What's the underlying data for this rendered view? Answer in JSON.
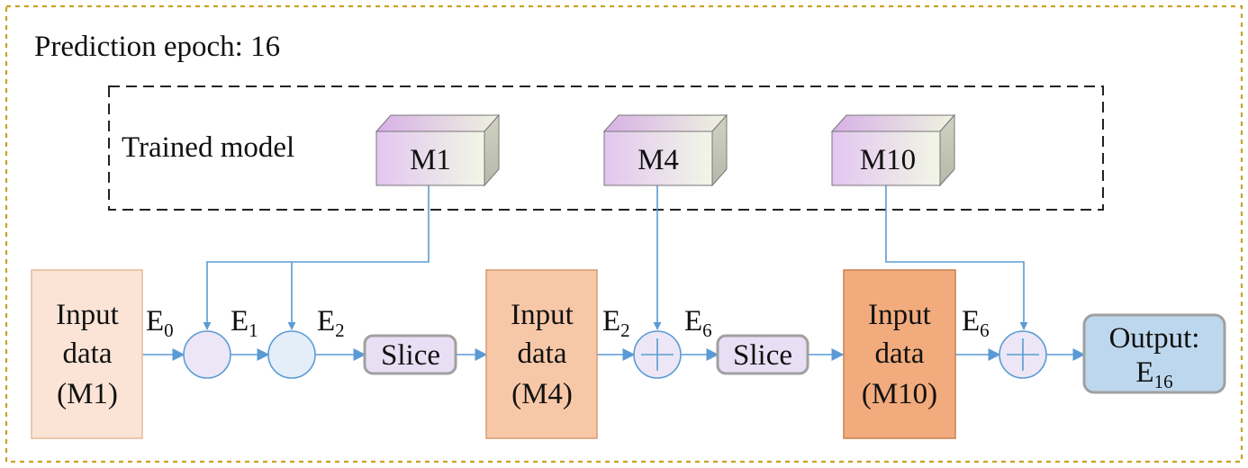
{
  "header": {
    "title": "Prediction epoch: 16"
  },
  "trained_model": {
    "label": "Trained model",
    "models": [
      {
        "id": "m1",
        "label": "M1"
      },
      {
        "id": "m4",
        "label": "M4"
      },
      {
        "id": "m10",
        "label": "M10"
      }
    ]
  },
  "inputs": [
    {
      "id": "m1",
      "line1": "Input",
      "line2": "data",
      "line3": "(M1)",
      "color": "#fbe4d6"
    },
    {
      "id": "m4",
      "line1": "Input",
      "line2": "data",
      "line3": "(M4)",
      "color": "#f7c8a8"
    },
    {
      "id": "m10",
      "line1": "Input",
      "line2": "data",
      "line3": "(M10)",
      "color": "#f2ab7c"
    }
  ],
  "slices": [
    {
      "label": "Slice"
    },
    {
      "label": "Slice"
    }
  ],
  "edges": {
    "e0": {
      "base": "E",
      "sub": "0"
    },
    "e1": {
      "base": "E",
      "sub": "1"
    },
    "e2a": {
      "base": "E",
      "sub": "2"
    },
    "e2b": {
      "base": "E",
      "sub": "2"
    },
    "e6a": {
      "base": "E",
      "sub": "6"
    },
    "e6b": {
      "base": "E",
      "sub": "6"
    }
  },
  "output": {
    "line1": "Output:",
    "base": "E",
    "sub": "16",
    "color": "#bdd7ee"
  },
  "colors": {
    "frame": "#c9a227",
    "arrow": "#5b9bd5",
    "node_border": "#a0a0a0",
    "op_fill": "#ece6f6",
    "slice_fill": "#e9dff4"
  }
}
